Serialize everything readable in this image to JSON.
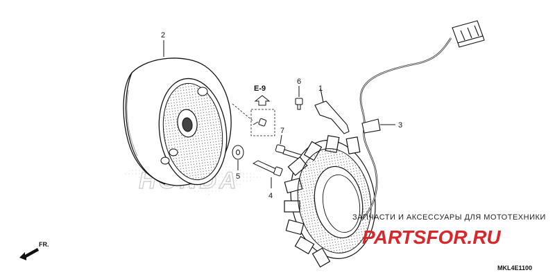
{
  "diagram": {
    "ref_label": "E-9",
    "diagram_code": "MKL4E1100",
    "front_label": "FR."
  },
  "callouts": {
    "flywheel": "2",
    "bracket": "1",
    "bolt_6": "6",
    "stator": "3",
    "bolt_7": "7",
    "washer": "5",
    "bolt_4": "4"
  },
  "watermark": {
    "tagline": "ЗАПЧАСТИ И АКСЕССУАРЫ ДЛЯ МОТОТЕХНИКИ",
    "brand_a": "PARTS",
    "brand_b": "FOR",
    "brand_c": ".RU",
    "emblem": "HONDA"
  },
  "colors": {
    "line": "#111111",
    "watermark_red": "#d8262b",
    "watermark_grey": "#c9c9c9"
  }
}
